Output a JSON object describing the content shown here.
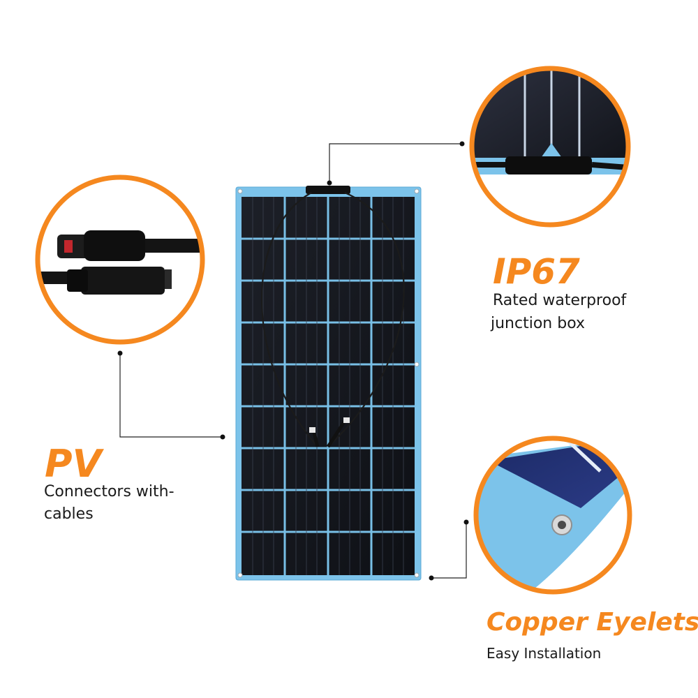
{
  "features": {
    "ip67": {
      "title": "IP67",
      "desc_line1": "Rated waterproof",
      "desc_line2": "junction box"
    },
    "pv": {
      "title": "PV",
      "desc_line1": "Connectors with-",
      "desc_line2": "cables"
    },
    "eyelets": {
      "title": "Copper Eyelets",
      "desc_line1": "Easy Installation"
    }
  },
  "colors": {
    "accent_orange": "#f5881f",
    "panel_frame_blue": "#7cc3ea",
    "cell_dark": "#15171d",
    "grid_line": "#78bfe6"
  },
  "panel": {
    "cell_columns": 4,
    "cell_rows": 9
  }
}
